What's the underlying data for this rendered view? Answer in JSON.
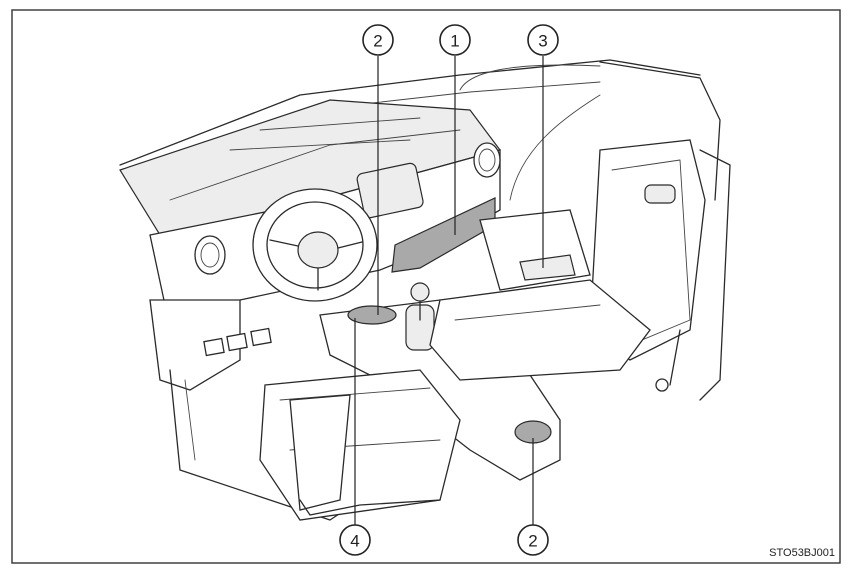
{
  "figure": {
    "reference_code": "STO53BJ001",
    "callouts": [
      {
        "id": "c1",
        "label": "1"
      },
      {
        "id": "c2a",
        "label": "2"
      },
      {
        "id": "c3",
        "label": "3"
      },
      {
        "id": "c4",
        "label": "4"
      },
      {
        "id": "c2b",
        "label": "2"
      }
    ]
  }
}
